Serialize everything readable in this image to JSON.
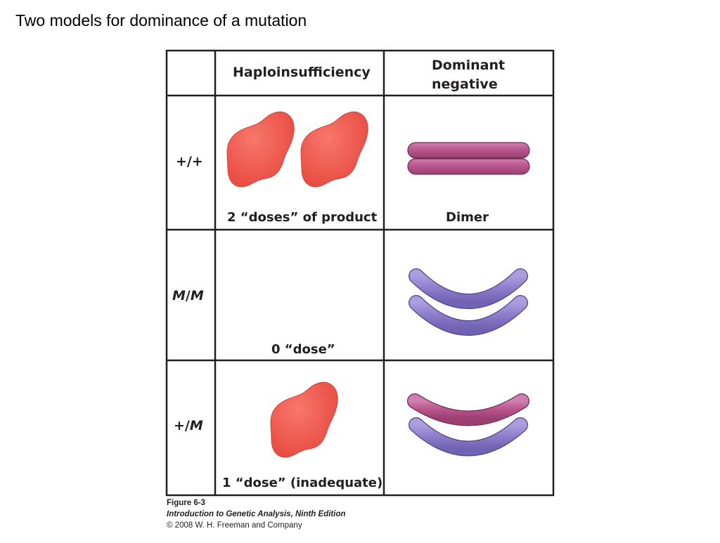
{
  "slide": {
    "title": "Two models for dominance of a mutation"
  },
  "table": {
    "headers": {
      "col1": "Haploinsufficiency",
      "col2_line1": "Dominant",
      "col2_line2": "negative"
    },
    "rows": [
      {
        "genotype_a": "+",
        "sep": "/",
        "genotype_b": "+",
        "haplo_caption": "2 “doses” of product",
        "dominant_caption": "Dimer"
      },
      {
        "genotype_a": "M",
        "sep": "/",
        "genotype_b": "M",
        "haplo_caption": "0 “dose”",
        "dominant_caption": ""
      },
      {
        "genotype_a": "+",
        "sep": "/",
        "genotype_b": "M",
        "haplo_caption": "1 “dose” (inadequate)",
        "dominant_caption": ""
      }
    ]
  },
  "credits": {
    "figure": "Figure 6-3",
    "book": "Introduction to Genetic Analysis, Ninth Edition",
    "copyright": "© 2008 W. H. Freeman and Company"
  },
  "colors": {
    "blob": "#f0584e",
    "pink_rod": "#b9578e",
    "purple_rod": "#8f7fcc",
    "grid": "#231f20"
  }
}
